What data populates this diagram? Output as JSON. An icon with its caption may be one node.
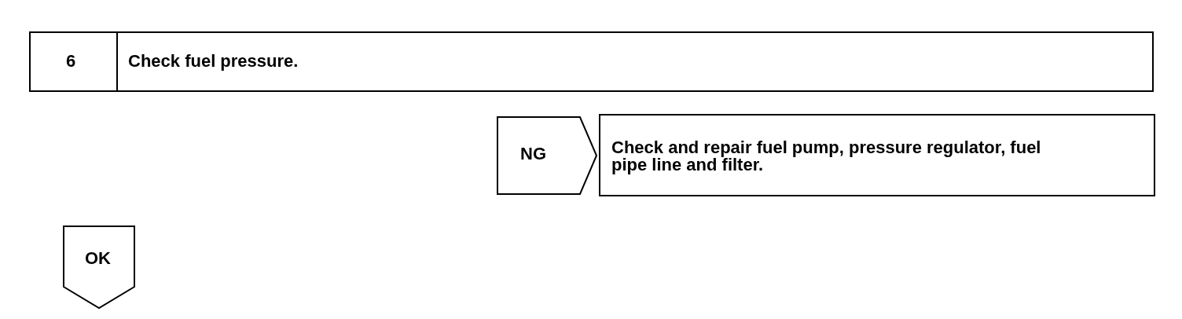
{
  "diagram": {
    "nodes": [
      {
        "text": [
          "6",
          "Check fuel pressure."
        ]
      },
      {
        "text": [
          "NG"
        ]
      },
      {
        "text": [
          "Check and repair fuel pump, pressure regulator, fuel pipe line and filter."
        ]
      },
      {
        "text": [
          "OK"
        ]
      }
    ]
  }
}
